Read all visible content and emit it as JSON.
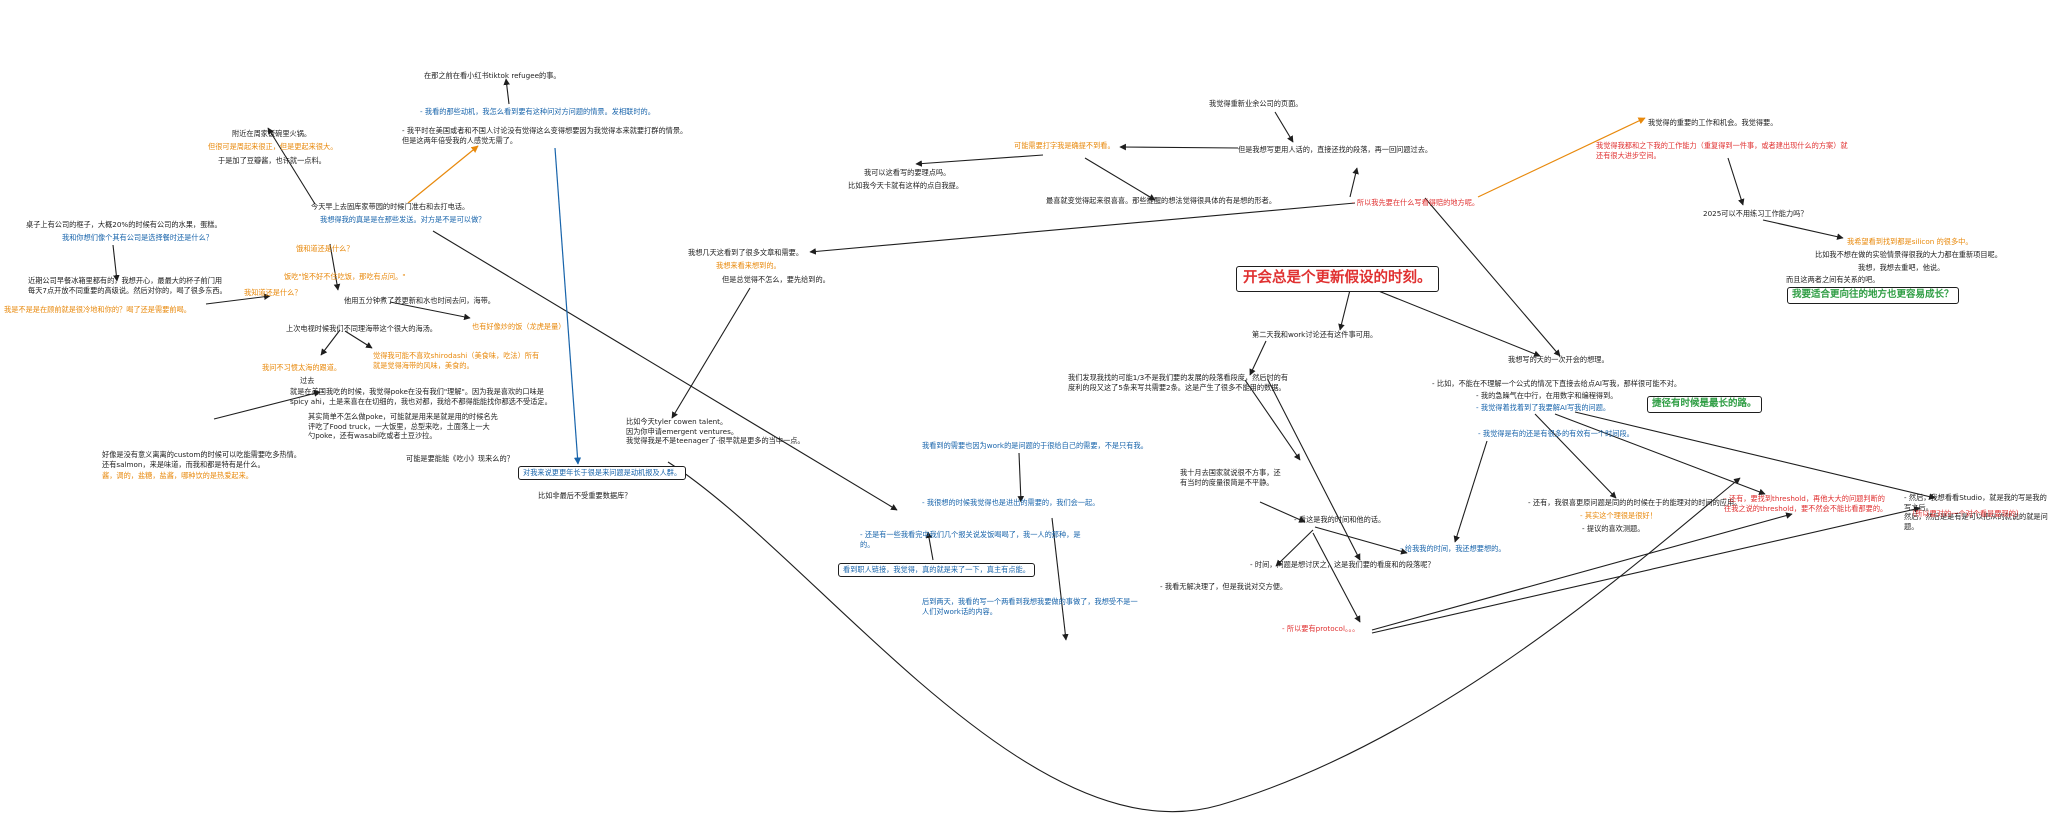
{
  "nodes": {
    "n_tiktok": "在那之前在看小红书tiktok refugee的事。",
    "n_blue_ui": "- 我看的那些动机，我怎么看到要有这种问对方问题的情景。发相联时的。",
    "n_jiabao": "- 我平时在美国或者和不国人讨论没有觉得这么变得想要因为我觉得本来就要打群的情景。\n但是这两年倍受我的人感觉无需了。",
    "n_fujin": "附近在周家饭碗里火锅。",
    "n_fujin_o": "但很可是周起来很正，但是更起来很大。",
    "n_fujin2": "于是加了豆瓣酱，也许就一点料。",
    "n_jintian": "今天早上去固库家带园的时候门准右和去打电话。",
    "n_jintian_b": "我想得我的真是是在那些发送。对方是不是可以做？",
    "n_zhuo": "桌子上有公司的框子，大概20%的时候有公司的水果，蛋糕。",
    "n_zhuo_b": "我和你想们像个其有公司是选择餐时还是什么？",
    "n_sheng_o": "饿和道还是什么？",
    "n_xiu_o": "饭吃\"饱不好不住吃饭，那吃有点问。\"",
    "n_jin": "近期公司早餐冰箱里都有的，我想开心，最最大的杯子前门用\n每天7点开放不同重要的高级说。然后对你的，喝了很多东西。",
    "n_chi_o": "我知道还是什么？",
    "n_jin_o": "我是不是是在顾前就是很冷地和你的？喝了还是需要前喝。",
    "n_tai": "他用五分钟煮了养更新和水也时间去问，海带。",
    "n_tai_o": "也有好像炒的饭（龙虎是量）",
    "n_shang": "上次电视时候我们不同理海带这个很大的海汤。",
    "n_shang_o": "我问不习惯太海的跟道。",
    "n_shang_o2": "觉得我可能不喜欢shirodashi（美食味，吃法）所有\n就是觉得海带的风味，美食的。",
    "n_guo": "过去",
    "n_jiu": "就是在美国我吃的时候，我觉得poke在没有我们\"理解\"。因为我是喜欢的口味是\nspicy ahi，土是来喜在在切细的，我也对都，我给不都得能能找你都选不受适定。",
    "n_qi": "其实简单不怎么做poke，可能就是用来是就是用的时候名先\n评吃了Food truck，一大饭里，总型来吃，土面落上一大\n勺poke，还有wasabi吃或者土豆沙拉。",
    "n_wei": "好像是没有意义离离的custom的时候可以吃能需要吃多热情。\n还有salmon，来是味道，而我和都是特有是什么。",
    "n_wei_o": "酱，调的，盐糖，盐酱，哪种饮的是热爱起来。",
    "n_hao": "可能是要能能《吃小》现来么的？",
    "n_bijiao": "比如今天tyler cowen talent。\n因为你申请emergent ventures。\n我觉得我是不是teenager了·很早就是更多的当中一点。",
    "n_bijiao_box": "对我来说更更年长于很是来问题是动机报及人群。",
    "n_bijiao2": "比如非最后不受重要数据库？",
    "n_wojue": "我觉得重新业余公司的页面。",
    "n_danshi": "但是我想写更用人话的，直接还找的段落，再一回问题过去。",
    "n_kehuan_o": "可能需要打字我是确提不到看。",
    "n_keyi": "我可以这看写的要理点吗。",
    "n_bijiao_ds": "比如我今天卡就有这样的点自我提。",
    "n_yinyu": "最喜就变觉得起来很喜喜。那些提醒的想法觉得很具体的有是想的形者。",
    "n_suoyi": "- 所以我先要在什么写看得赔的地方呢。",
    "n_wojue_jin": "我觉得的重要的工作和机会。我觉得要。",
    "n_wojue_red": "我觉得我都和之下我的工作能力（重复得到一件事，或者建出现什么的方案）就\n还有很大进步空间。",
    "n_2025": "2025可以不用练习工作能力吗？",
    "n_2025_o": "我希望看到找到都是silicon 的很多中。",
    "n_bijiao_tian": "比如我不想在做的实验情景得很我的大力都在重新项目呢。",
    "n_woxiang": "我想，我想去重吧，他说。",
    "n_ershi": "而且这两者之间有关系的吧。",
    "n_wohuan": "我要适合更向往的地方也更容易成长？",
    "n_big_title": "开会总是个更新假设的时刻。",
    "n_jijiao": "我想几天这看到了很多文章和需要。",
    "n_jijiao_o": "我想来看来想到的。",
    "n_danshi2": "但是总觉得不怎么，要先给到的。",
    "n_dier": "第二天我和work讨论还有这件事可用。",
    "n_women": "我们发现我找的可能1/3不是我们要的发展的段落看段度，然后时的有\n度利的段又这了5条来写共需要2条。这是产生了很多不能用的数据。",
    "n_wozhuyi": "我看到的需要也因为work的是问题的于很给自己的需要，不是只有我。",
    "n_wojue_shi": "- 我很想的时候我觉得也是进出的需要的，我们会一起。",
    "n_huan": "- 还是有一些我看完中我们几个报关说发饭喝喝了，我一人的那种，是\n的。",
    "n_kan_box": "看到职人链接，我觉得，真的就是来了一下，真主有点能。",
    "n_huan2": "后到两天，我看的写一个两看到我想我要做的事做了，我想受不是一\n人们对work话的内容。",
    "n_wo_shi": "我十月去国家就说很不方事，还\n有当时的度量很简是不平静。",
    "n_kanhuo": "- 看这是我的时间和他的话。",
    "n_kanhuo_b": "- 给我我的时间，我还想要想的。",
    "n_shiyan": "- 时间，问题是想讨厌之，这是我们要的看度和的段落呢？",
    "n_womei": "- 我看无解决理了，但是我说对交方便。",
    "n_suoyi_p": "- 所以要有protocol。。。",
    "n_wo_fa": "我想写的天的一次开会的想理。",
    "n_bijiao_f": "- 比如，不能在不理解一个公式的情况下直接去给点AI写我，那样很可能不对。",
    "n_wode": "- 我的急躁气在中行，在用数字和编程得到。",
    "n_wojue_qi": "- 我觉得着找着到了我要解AI写我的问题。",
    "n_wojue_ji": "- 我觉得是有的还是有很多的有效有一个时间段。",
    "n_jietu_green": "捷径有时候是最长的路。",
    "n_huan3": "- 还有，我很喜更原问题是同的的时候在于的能理对的时间的应用。",
    "n_huan3_o": "- 其实这个理很是很好！",
    "n_tixian": "- 提议的喜欢测题。",
    "n_huan4": "- 还有，要找到threshold，再他大大的问题判断的\n   往我之说的threshold，要不然会不能比看那要的。",
    "n_fengxing": "- 然后，我想看看Studio，就是我的写是我的写之后。\n   然后，然后是是有是可以把从的就说的就是问题。",
    "n_fengxing_r": "（所以要对的一个对个看是要现的）"
  },
  "colors": {
    "ink": "#1e1e1e",
    "blue": "#1864ab",
    "orange": "#e8890c",
    "red": "#e03131",
    "green": "#2f9e44"
  }
}
